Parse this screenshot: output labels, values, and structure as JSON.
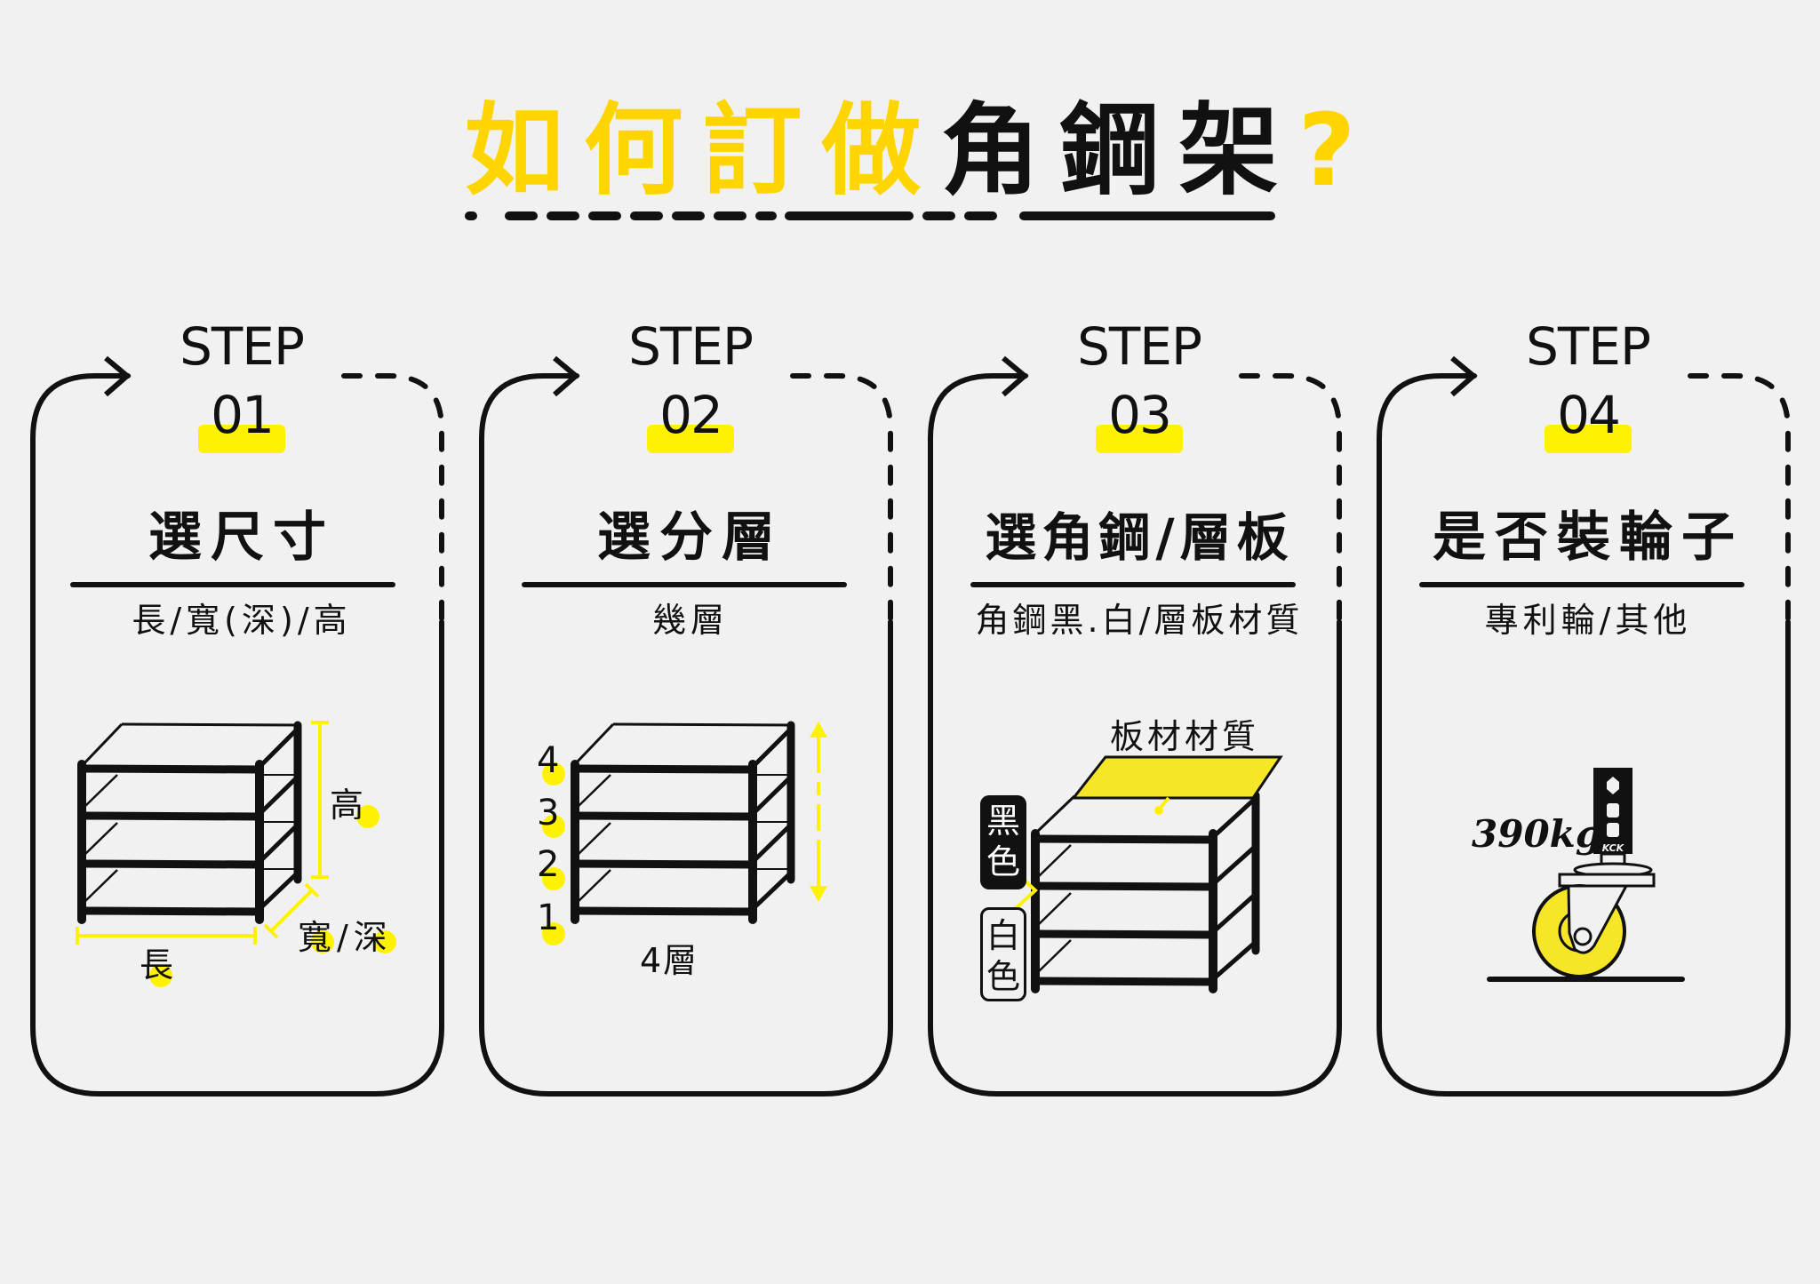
{
  "page": {
    "title_yellow": "如何訂做",
    "title_black": "角鋼架",
    "title_mark": "?"
  },
  "colors": {
    "title_yellow": "#ffd500",
    "highlight_yellow": "#fff200",
    "ink": "#111111",
    "background": "#f1f1f1"
  },
  "steps": [
    {
      "step_word": "STEP",
      "number": "01",
      "title": "選尺寸",
      "subtitle": "長/寬(深)/高",
      "illustration": {
        "height_label": "高",
        "depth_label": "寬/深",
        "length_label": "長"
      }
    },
    {
      "step_word": "STEP",
      "number": "02",
      "title": "選分層",
      "subtitle": "幾層",
      "illustration": {
        "tier_labels": [
          "4",
          "3",
          "2",
          "1"
        ],
        "caption": "4層"
      }
    },
    {
      "step_word": "STEP",
      "number": "03",
      "title": "選角鋼/層板",
      "subtitle": "角鋼黑.白/層板材質",
      "illustration": {
        "board_label": "板材材質",
        "color_black": "黑色",
        "color_white": "白色"
      }
    },
    {
      "step_word": "STEP",
      "number": "04",
      "title": "是否裝輪子",
      "subtitle": "專利輪/其他",
      "illustration": {
        "load_label": "390kg",
        "brand_label": "KCK"
      }
    }
  ]
}
